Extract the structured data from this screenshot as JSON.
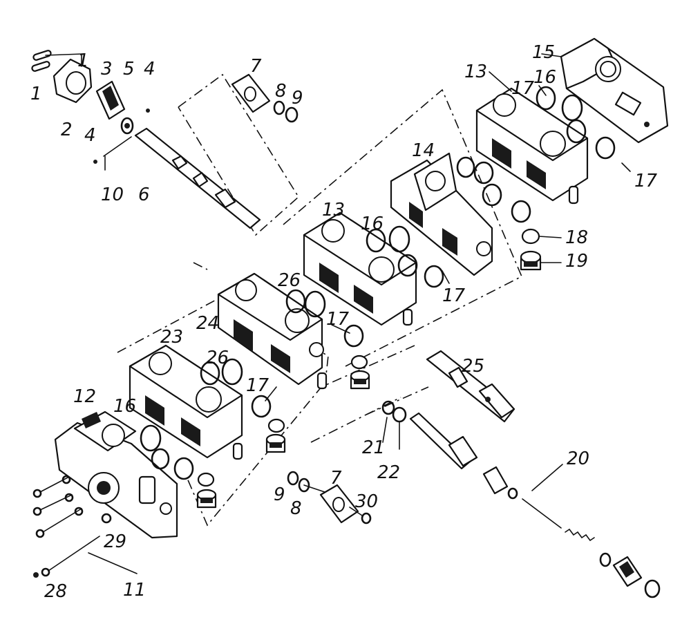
{
  "callouts": {
    "c1a": "1",
    "c1b": "1",
    "c2": "2",
    "c3": "3",
    "c4a": "4",
    "c4b": "4",
    "c5": "5",
    "c6": "6",
    "c7a": "7",
    "c7b": "7",
    "c8a": "8",
    "c8b": "8",
    "c9a": "9",
    "c9b": "9",
    "c10": "10",
    "c11": "11",
    "c12": "12",
    "c13a": "13",
    "c13b": "13",
    "c14": "14",
    "c15": "15",
    "c16a": "16",
    "c16b": "16",
    "c16c": "16",
    "c17a": "17",
    "c17b": "17",
    "c17c": "17",
    "c17d": "17",
    "c17e": "17",
    "c18": "18",
    "c19": "19",
    "c20": "20",
    "c21": "21",
    "c22": "22",
    "c23": "23",
    "c24": "24",
    "c25": "25",
    "c26a": "26",
    "c26b": "26",
    "c28": "28",
    "c29": "29",
    "c30": "30"
  }
}
